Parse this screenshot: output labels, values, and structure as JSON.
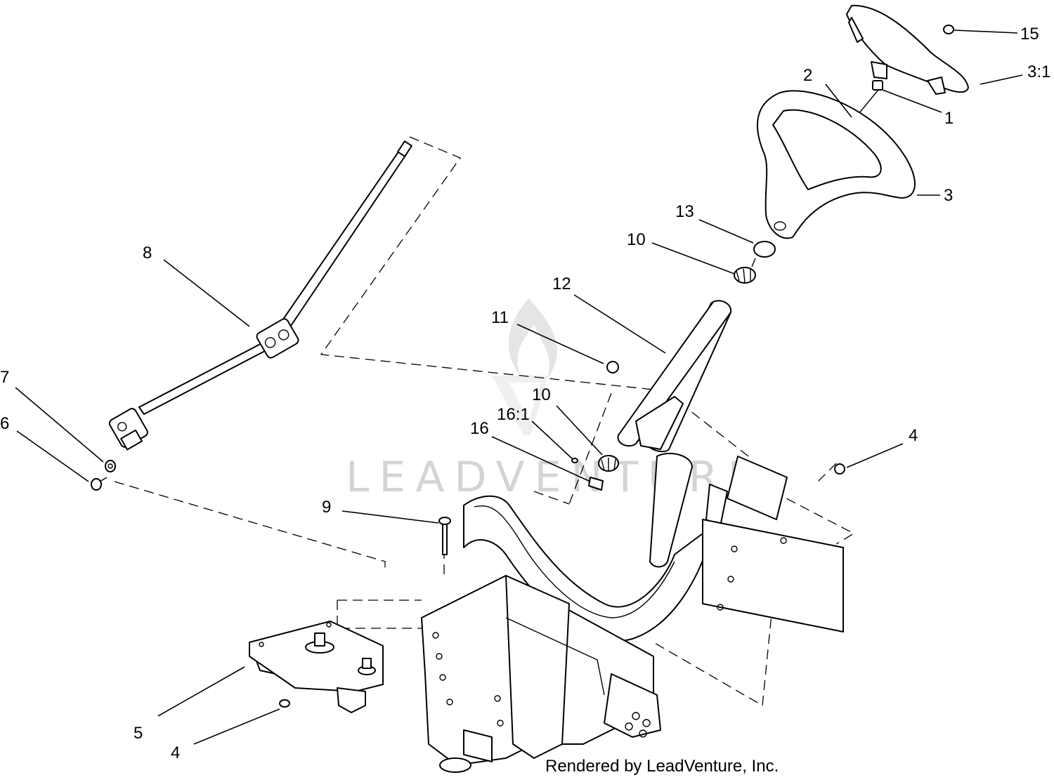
{
  "watermark": {
    "brand_text": "LEADVENTURE",
    "logo_icon": "leadventure-flame-logo-icon"
  },
  "footer": {
    "text": "Rendered by LeadVenture, Inc."
  },
  "callouts": [
    {
      "id": "15"
    },
    {
      "id": "3:1"
    },
    {
      "id": "2"
    },
    {
      "id": "1"
    },
    {
      "id": "3"
    },
    {
      "id": "13"
    },
    {
      "id": "10"
    },
    {
      "id": "12"
    },
    {
      "id": "11"
    },
    {
      "id": "10"
    },
    {
      "id": "16:1"
    },
    {
      "id": "16"
    },
    {
      "id": "8"
    },
    {
      "id": "7"
    },
    {
      "id": "6"
    },
    {
      "id": "4"
    },
    {
      "id": "9"
    },
    {
      "id": "5"
    },
    {
      "id": "4"
    }
  ],
  "colors": {
    "line": "#000000",
    "watermark": "#d4d4d4",
    "background": "#ffffff"
  }
}
